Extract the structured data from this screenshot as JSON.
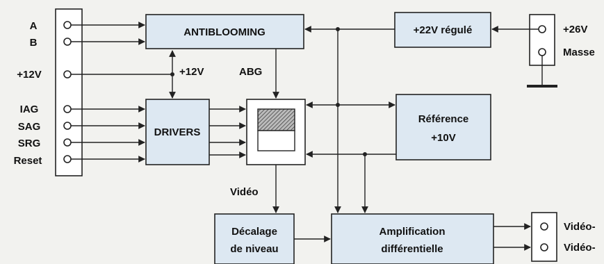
{
  "left_connector": {
    "pins": [
      {
        "label": "A"
      },
      {
        "label": "B"
      },
      {
        "label": "+12V"
      },
      {
        "label": "IAG"
      },
      {
        "label": "SAG"
      },
      {
        "label": "SRG"
      },
      {
        "label": "Reset"
      }
    ]
  },
  "blocks": {
    "antiblooming": "ANTIBLOOMING",
    "drivers": "DRIVERS",
    "regulator": "+22V régulé",
    "reference_line1": "Référence",
    "reference_line2": "+10V",
    "level_shift_line1": "Décalage",
    "level_shift_line2": "de niveau",
    "amplifier_line1": "Amplification",
    "amplifier_line2": "différentielle"
  },
  "signals": {
    "supply_12v": "+12V",
    "abg": "ABG",
    "video": "Vidéo"
  },
  "power_connector": {
    "pins": [
      {
        "label": "+26V"
      },
      {
        "label": "Masse"
      }
    ]
  },
  "output_connector": {
    "pins": [
      {
        "label": "Vidéo-"
      },
      {
        "label": "Vidéo-"
      }
    ]
  }
}
